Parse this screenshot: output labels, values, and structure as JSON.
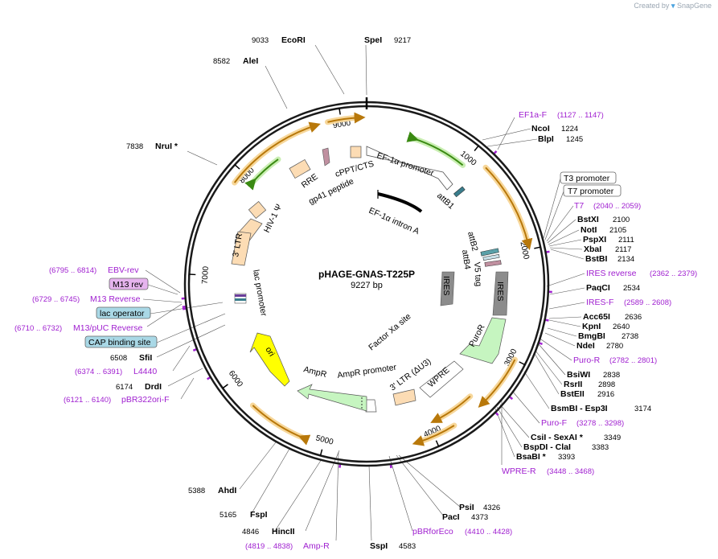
{
  "brand": {
    "prefix": "Created by",
    "name": "SnapGene"
  },
  "plasmid": {
    "name": "pHAGE-GNAS-T225P",
    "size_label": "9227 bp",
    "length": 9227
  },
  "ticks": [
    {
      "pos": 1000,
      "label": "1000"
    },
    {
      "pos": 2000,
      "label": "2000"
    },
    {
      "pos": 3000,
      "label": "3000"
    },
    {
      "pos": 4000,
      "label": "4000"
    },
    {
      "pos": 5000,
      "label": "5000"
    },
    {
      "pos": 6000,
      "label": "6000"
    },
    {
      "pos": 7000,
      "label": "7000"
    },
    {
      "pos": 8000,
      "label": "8000"
    },
    {
      "pos": 9000,
      "label": "9000"
    }
  ],
  "enzymes": [
    {
      "name": "EcoRI",
      "pos": "9033"
    },
    {
      "name": "SpeI",
      "pos": "9217"
    },
    {
      "name": "AleI",
      "pos": "8582"
    },
    {
      "name": "NruI *",
      "pos": "7838"
    },
    {
      "name": "NcoI",
      "pos": "1224"
    },
    {
      "name": "BlpI",
      "pos": "1245"
    },
    {
      "name": "BstXI",
      "pos": "2100"
    },
    {
      "name": "NotI",
      "pos": "2105"
    },
    {
      "name": "PspXI",
      "pos": "2111"
    },
    {
      "name": "XbaI",
      "pos": "2117"
    },
    {
      "name": "BstBI",
      "pos": "2134"
    },
    {
      "name": "PaqCI",
      "pos": "2534"
    },
    {
      "name": "Acc65I",
      "pos": "2636"
    },
    {
      "name": "KpnI",
      "pos": "2640"
    },
    {
      "name": "BmgBI",
      "pos": "2738"
    },
    {
      "name": "NdeI",
      "pos": "2780"
    },
    {
      "name": "BsiWI",
      "pos": "2838"
    },
    {
      "name": "RsrII",
      "pos": "2898"
    },
    {
      "name": "BstEII",
      "pos": "2916"
    },
    {
      "name": "BsmBI - Esp3I",
      "pos": "3174"
    },
    {
      "name": "CsiI - SexAI *",
      "pos": "3349"
    },
    {
      "name": "BspDI - ClaI",
      "pos": "3383"
    },
    {
      "name": "BsaBI *",
      "pos": "3393"
    },
    {
      "name": "PsiI",
      "pos": "4326"
    },
    {
      "name": "PacI",
      "pos": "4373"
    },
    {
      "name": "SspI",
      "pos": "4583"
    },
    {
      "name": "HincII",
      "pos": "4846"
    },
    {
      "name": "FspI",
      "pos": "5165"
    },
    {
      "name": "AhdI",
      "pos": "5388"
    },
    {
      "name": "DrdI",
      "pos": "6174"
    },
    {
      "name": "SfiI",
      "pos": "6508"
    }
  ],
  "primers": [
    {
      "name": "EF1a-F",
      "range": "1127 .. 1147"
    },
    {
      "name": "T7",
      "range": "2040 .. 2059"
    },
    {
      "name": "IRES reverse",
      "range": "2362 .. 2379"
    },
    {
      "name": "IRES-F",
      "range": "2589 .. 2608"
    },
    {
      "name": "Puro-R",
      "range": "2782 .. 2801"
    },
    {
      "name": "Puro-F",
      "range": "3278 .. 3298"
    },
    {
      "name": "WPRE-R",
      "range": "3448 .. 3468"
    },
    {
      "name": "pBRforEco",
      "range": "4410 .. 4428"
    },
    {
      "name": "Amp-R",
      "range": "4819 .. 4838"
    },
    {
      "name": "pBR322ori-F",
      "range": "6121 .. 6140"
    },
    {
      "name": "L4440",
      "range": "6374 .. 6391"
    },
    {
      "name": "M13/pUC Reverse",
      "range": "6710 .. 6732"
    },
    {
      "name": "M13 Reverse",
      "range": "6729 .. 6745"
    },
    {
      "name": "EBV-rev",
      "range": "6795 .. 6814"
    }
  ],
  "boxed_labels": [
    {
      "text": "T3 promoter",
      "color": "#ffffff"
    },
    {
      "text": "T7 promoter",
      "color": "#ffffff"
    },
    {
      "text": "M13 rev",
      "color": "#e6b4ee"
    },
    {
      "text": "lac operator",
      "color": "#a9d8e6"
    },
    {
      "text": "CAP binding site",
      "color": "#a9d8e6"
    }
  ],
  "features": [
    {
      "name": "EF-1α promoter"
    },
    {
      "name": "EF-1α intron A"
    },
    {
      "name": "attB1"
    },
    {
      "name": "attB2"
    },
    {
      "name": "V5 tag"
    },
    {
      "name": "attB4"
    },
    {
      "name": "IRES"
    },
    {
      "name": "IRES"
    },
    {
      "name": "PuroR"
    },
    {
      "name": "WPRE"
    },
    {
      "name": "3' LTR (ΔU3)"
    },
    {
      "name": "Factor Xa site"
    },
    {
      "name": "AmpR promoter"
    },
    {
      "name": "AmpR"
    },
    {
      "name": "ori"
    },
    {
      "name": "lac promoter"
    },
    {
      "name": "3' LTR"
    },
    {
      "name": "HIV-1 Ψ"
    },
    {
      "name": "RRE"
    },
    {
      "name": "gp41 peptide"
    },
    {
      "name": "cPPT/CTS"
    }
  ],
  "colors": {
    "backbone": "#1a1a1a",
    "orange_arrow": "#b8780a",
    "orange_glow": "#f7d79a",
    "green_arrow": "#3a8a12",
    "green_glow": "#c9eeb2",
    "feature_beige": "#fcdcb4",
    "ires_gray": "#8c8c8c",
    "puro_green": "#c6f5c0",
    "ori_yellow": "#ffff00",
    "primer_purple": "#a020d0"
  }
}
